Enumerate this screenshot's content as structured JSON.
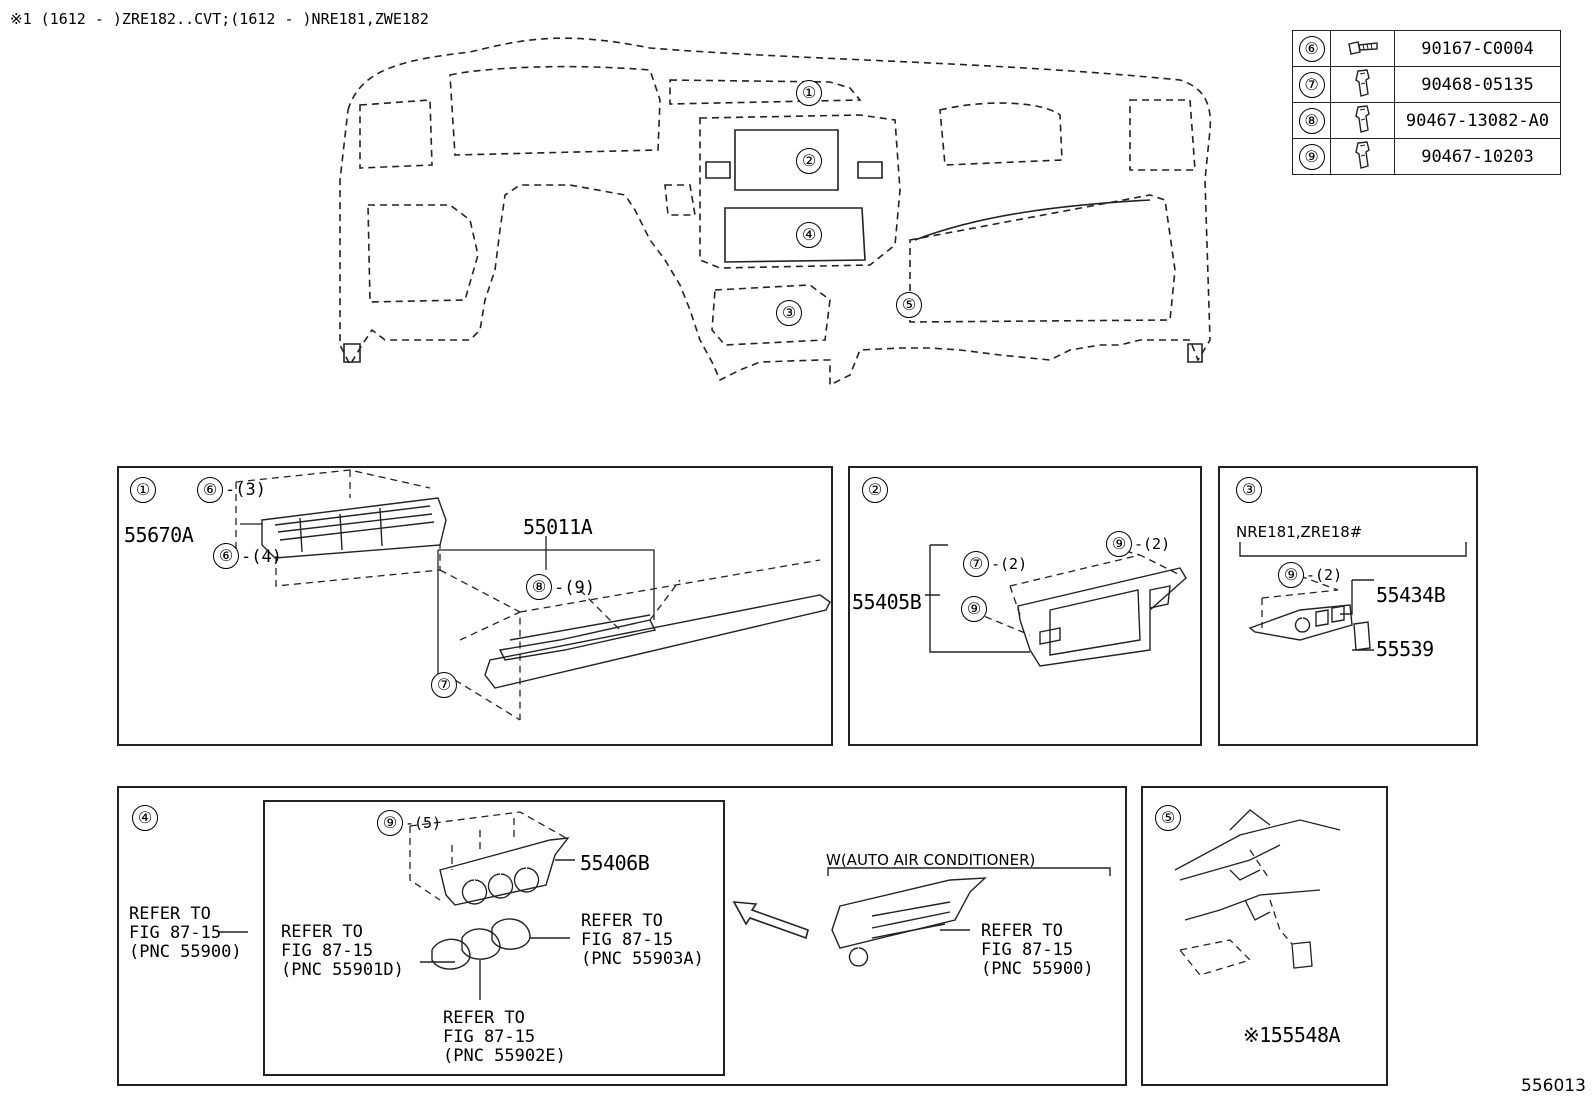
{
  "header_note": "※1 (1612 -     )ZRE182..CVT;(1612 -     )NRE181,ZWE182",
  "figure_code": "556013",
  "dash_callouts": [
    "①",
    "②",
    "③",
    "④",
    "⑤"
  ],
  "legend": [
    {
      "ref": "⑥",
      "icon": "bolt-icon",
      "part": "90167-C0004"
    },
    {
      "ref": "⑦",
      "icon": "clip-icon",
      "part": "90468-05135"
    },
    {
      "ref": "⑧",
      "icon": "clip-icon",
      "part": "90467-13082-A0"
    },
    {
      "ref": "⑨",
      "icon": "clip-icon",
      "part": "90467-10203"
    }
  ],
  "panel1": {
    "badge": "①",
    "ref6a": "⑥",
    "qty6a": "-(3)",
    "ref6b": "⑥",
    "qty6b": "-(4)",
    "part_vent": "55670A",
    "part_panel": "55011A",
    "ref8": "⑧",
    "qty8": "-(9)",
    "ref7": "⑦"
  },
  "panel2": {
    "badge": "②",
    "ref9a": "⑨",
    "qty9a": "-(2)",
    "ref7": "⑦",
    "qty7": "-(2)",
    "part": "55405B",
    "ref9b": "⑨"
  },
  "panel3": {
    "badge": "③",
    "variant": "NRE181,ZRE18#",
    "ref9": "⑨",
    "qty9": "-(2)",
    "part_switch": "55434B",
    "part_cover": "55539"
  },
  "panel4": {
    "badge": "④",
    "ref9": "⑨",
    "qty9": "-(5)",
    "part_panel": "55406B",
    "refer_left": [
      "REFER TO",
      "FIG 87-15",
      "(PNC 55900)"
    ],
    "refer_d": [
      "REFER TO",
      "FIG 87-15",
      "(PNC 55901D)"
    ],
    "refer_a": [
      "REFER TO",
      "FIG 87-15",
      "(PNC 55903A)"
    ],
    "refer_e": [
      "REFER TO",
      "FIG 87-15",
      "(PNC 55902E)"
    ],
    "variant": "W(AUTO AIR CONDITIONER)",
    "refer_auto": [
      "REFER TO",
      "FIG 87-15",
      "(PNC 55900)"
    ]
  },
  "panel5": {
    "badge": "⑤",
    "part": "※155548A"
  }
}
